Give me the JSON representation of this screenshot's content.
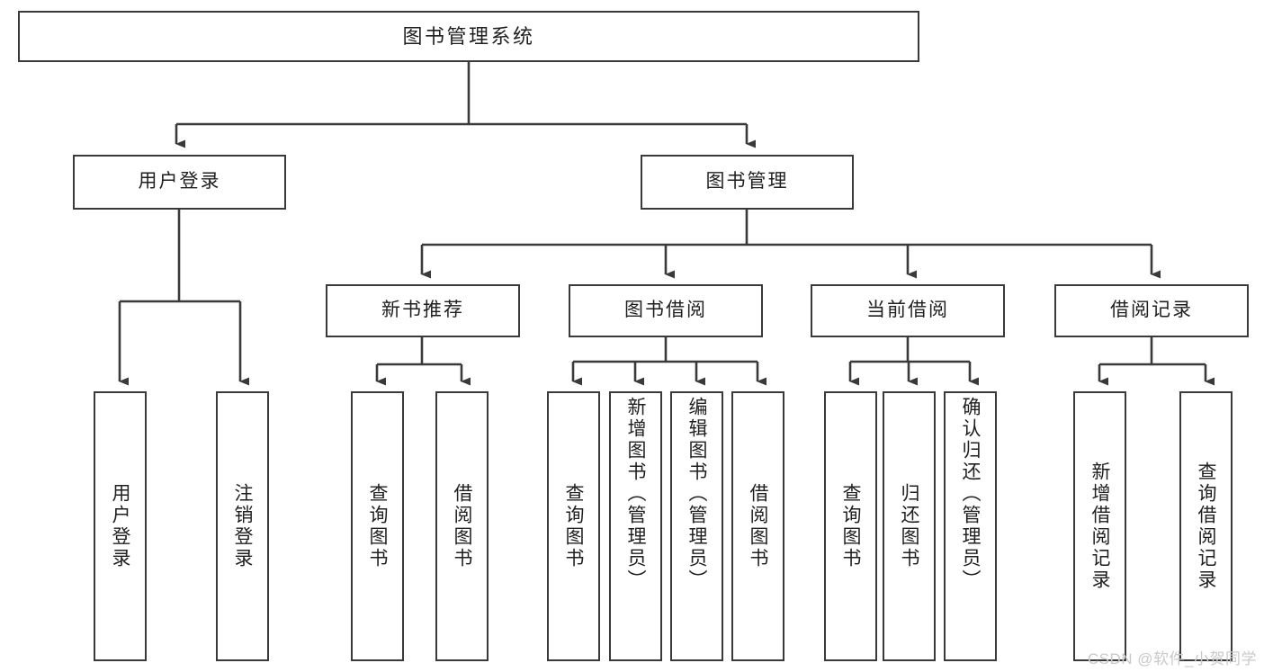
{
  "diagram": {
    "title": "图书管理系统",
    "type": "hierarchy-tree",
    "stroke_color": "#3a3a3a",
    "fill_color": "#ffffff",
    "text_color": "#1f1f1f",
    "background": "#ffffff"
  },
  "nodes": {
    "root": {
      "label": "图书管理系统"
    },
    "level1": [
      {
        "id": "user-login",
        "label": "用户登录"
      },
      {
        "id": "book-manage",
        "label": "图书管理"
      }
    ],
    "level2": [
      {
        "id": "new-book-recommend",
        "label": "新书推荐"
      },
      {
        "id": "book-borrow",
        "label": "图书借阅"
      },
      {
        "id": "current-borrow",
        "label": "当前借阅"
      },
      {
        "id": "borrow-record",
        "label": "借阅记录"
      }
    ],
    "leaves": {
      "user-login": [
        {
          "id": "leaf-user-login",
          "label": "用户登录"
        },
        {
          "id": "leaf-logout-login",
          "label": "注销登录"
        }
      ],
      "new-book-recommend": [
        {
          "id": "leaf-query-book-1",
          "label": "查询图书"
        },
        {
          "id": "leaf-borrow-book-1",
          "label": "借阅图书"
        }
      ],
      "book-borrow": [
        {
          "id": "leaf-query-book-2",
          "label": "查询图书"
        },
        {
          "id": "leaf-add-book",
          "label": "新增图书（管理员）"
        },
        {
          "id": "leaf-edit-book",
          "label": "编辑图书（管理员）"
        },
        {
          "id": "leaf-borrow-book-2",
          "label": "借阅图书"
        }
      ],
      "current-borrow": [
        {
          "id": "leaf-query-book-3",
          "label": "查询图书"
        },
        {
          "id": "leaf-return-book",
          "label": "归还图书"
        },
        {
          "id": "leaf-confirm-return",
          "label": "确认归还（管理员）"
        }
      ],
      "borrow-record": [
        {
          "id": "leaf-add-record",
          "label": "新增借阅记录"
        },
        {
          "id": "leaf-query-record",
          "label": "查询借阅记录"
        }
      ]
    }
  },
  "watermark": {
    "text": "CSDN @软件_小贺同学"
  }
}
